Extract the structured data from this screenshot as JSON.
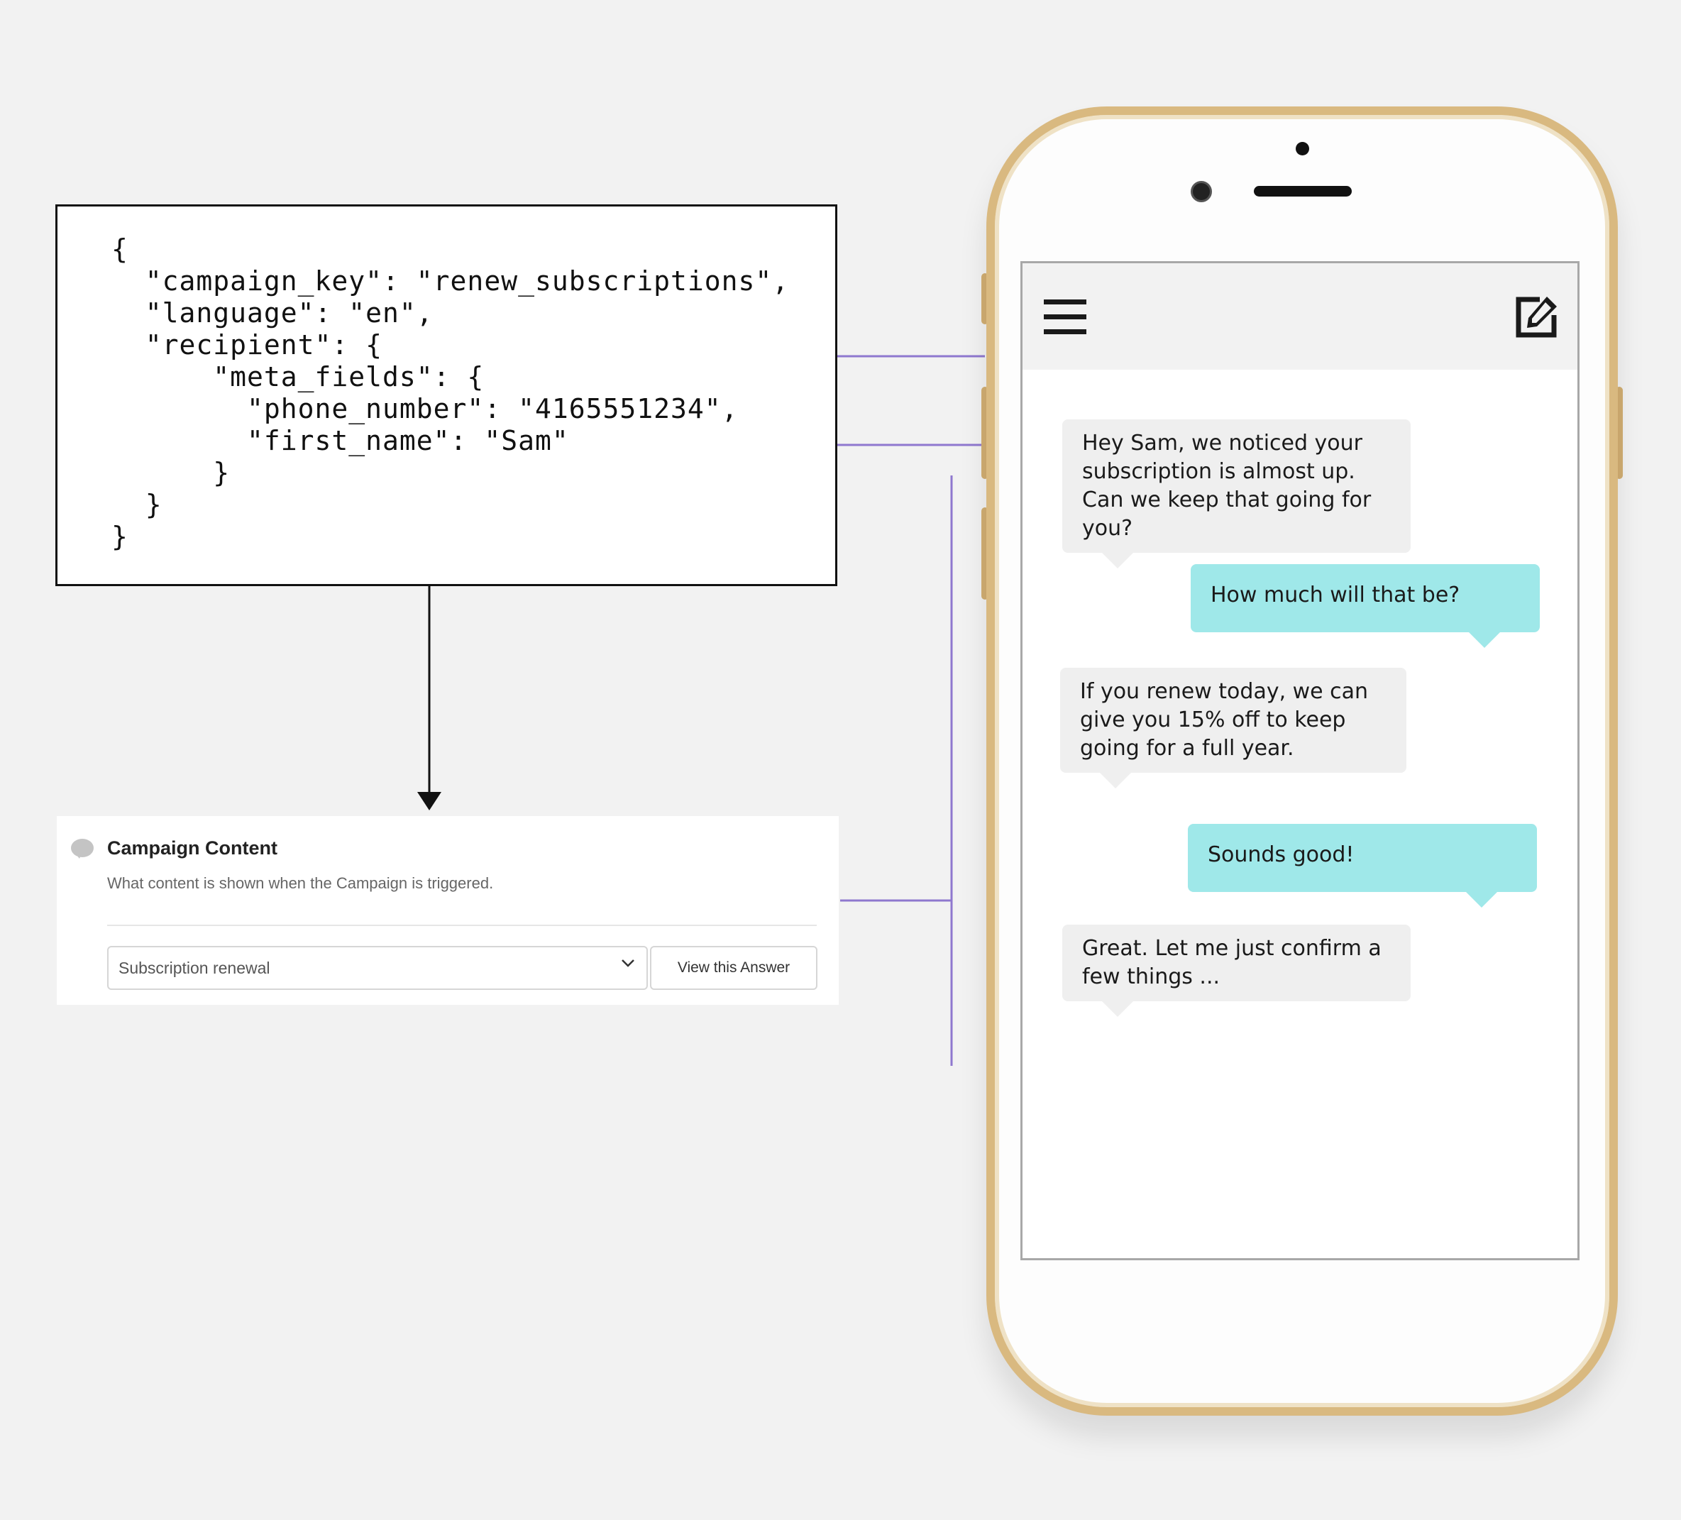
{
  "code": {
    "lines": [
      "{",
      "  \"campaign_key\": \"renew_subscriptions\",",
      "  \"language\": \"en\",",
      "  \"recipient\": {",
      "      \"meta_fields\": {",
      "        \"phone_number\": \"4165551234\",",
      "        \"first_name\": \"Sam\"",
      "      }",
      "  }",
      "}"
    ]
  },
  "campaign": {
    "title": "Campaign Content",
    "description": "What content is shown when the Campaign is triggered.",
    "selected_answer": "Subscription renewal",
    "view_button": "View this Answer"
  },
  "chat": {
    "messages": [
      {
        "from": "bot",
        "text": "Hey Sam, we noticed your subscription is almost up. Can we keep that going for you?"
      },
      {
        "from": "user",
        "text": "How much will that be?"
      },
      {
        "from": "bot",
        "text": "If you renew today, we can give you 15% off to keep going for a full year."
      },
      {
        "from": "user",
        "text": "Sounds good!"
      },
      {
        "from": "bot",
        "text": "Great. Let me just confirm a few things ..."
      }
    ]
  },
  "colors": {
    "connector": "#8f78cf",
    "user_bubble": "#9fe8e9",
    "bot_bubble": "#efefef",
    "phone_gold": "#d9b980"
  },
  "icons": [
    "menu-icon",
    "edit-icon",
    "chevron-down-icon",
    "chat-bubble-icon",
    "arrow-down-icon"
  ]
}
